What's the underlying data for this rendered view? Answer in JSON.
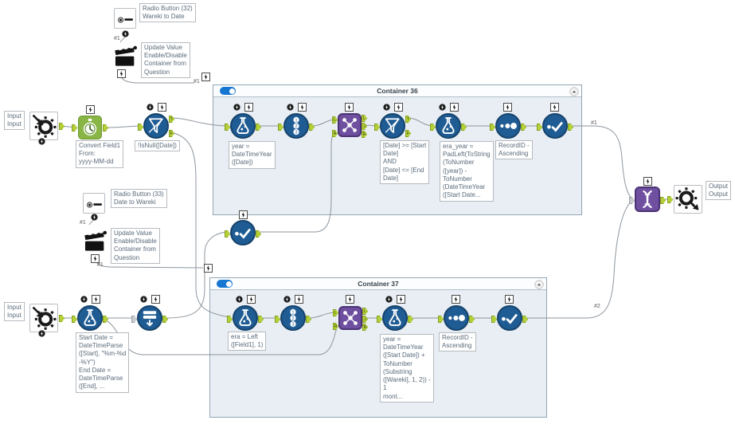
{
  "workflow": {
    "interface": {
      "radio32_label": "Radio Button (32)\nWareki to Date",
      "action32_label": "Update Value\nEnable/Disable\nContainer from\nQuestion",
      "radio33_label": "Radio Button (33)\nDate to Wareki",
      "action33_label": "Update Value\nEnable/Disable\nContainer from\nQuestion"
    },
    "io": {
      "input_top_label": "Input\nInput",
      "input_bottom_label": "Input\nInput",
      "output_label": "Output\nOutput"
    },
    "annotations": {
      "datetime": "Convert Field1\nFrom:\nyyyy-MM-dd",
      "filter_top": "!IsNull([Date])",
      "formula_dates": "Start Date =\nDateTimeParse\n([Start], \"%m-%d\n-%Y\")\nEnd Date =\nDateTimeParse\n([End], ..."
    },
    "container36": {
      "title": "Container 36",
      "ann_formula_year": "year =\nDateTimeYear\n([Date])",
      "ann_filter": "[Date] >= [Start\nDate]\nAND\n[Date] <= [End\nDate]",
      "ann_formula_era": "era_year =\nPadLeft(ToString\n(ToNumber\n([year]) -\nToNumber\n(DateTimeYear\n([Start Date...",
      "ann_sort": "RecordID -\nAscending"
    },
    "container37": {
      "title": "Container 37",
      "ann_formula_era": "era = Left\n([Field1], 1)",
      "ann_formula_year": "year =\nDateTimeYear\n([Start Date]) +\nToNumber\n(Substring\n([Wareki], 1, 2)) -\n1\nmont...",
      "ann_sort": "RecordID -\nAscending"
    },
    "connection_labels": {
      "radio32_out": "#1",
      "action32_out": "#1",
      "radio33_out": "#1",
      "action33_out": "#1",
      "container36_out": "#1",
      "container37_out": "#2"
    },
    "ports": {
      "t": "T",
      "f": "F",
      "l": "L",
      "j": "J",
      "r": "R"
    },
    "colors": {
      "tool_blue": "#1f5c94",
      "tool_purple": "#6f4f9f",
      "tool_green": "#88b544",
      "port_green": "#b5cf3a",
      "container_bg": "#e8eef4",
      "toggle_on": "#1677d2",
      "annotation_text": "#5a6b7b",
      "wire": "#8d969e"
    }
  }
}
